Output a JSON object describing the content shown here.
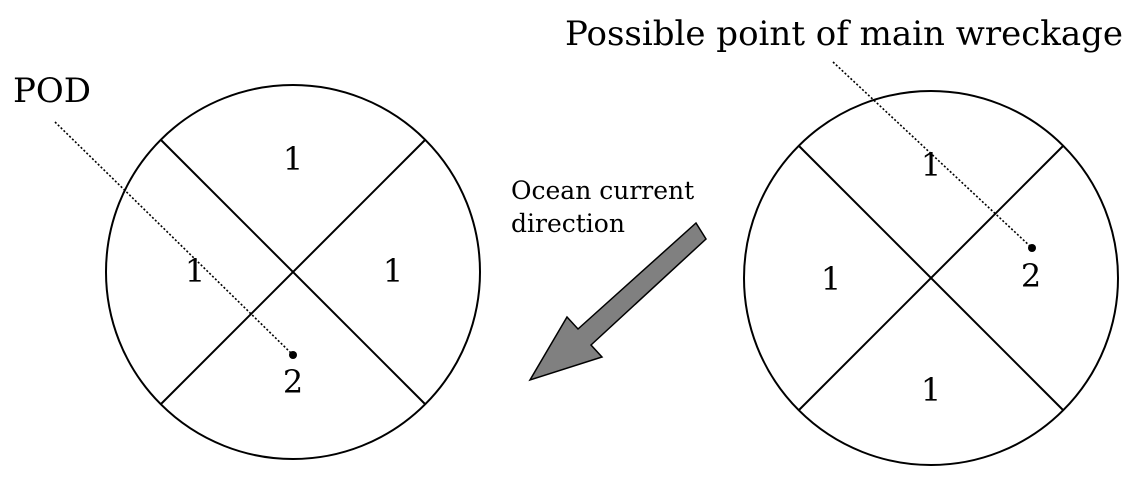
{
  "labels": {
    "pod": "POD",
    "main_wreckage": "Possible point of main wreckage",
    "current_line1": "Ocean current",
    "current_line2": "direction"
  },
  "left_circle": {
    "top": "1",
    "left": "1",
    "right": "1",
    "bottom": "2"
  },
  "right_circle": {
    "top": "1",
    "left": "1",
    "right": "2",
    "bottom": "1"
  },
  "colors": {
    "line": "#000000",
    "arrow_fill": "#808080",
    "background": "#ffffff"
  }
}
